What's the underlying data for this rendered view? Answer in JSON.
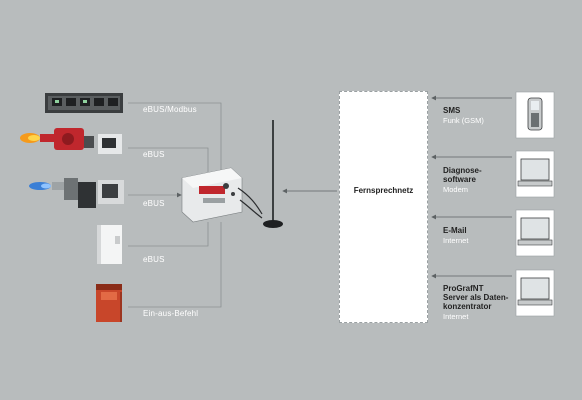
{
  "left_links": [
    {
      "device": "boiler-controller-rack",
      "label": "eBUS/Modbus"
    },
    {
      "device": "oil-burner",
      "label": "eBUS"
    },
    {
      "device": "gas-burner",
      "label": "eBUS"
    },
    {
      "device": "wall-boiler",
      "label": "eBUS"
    },
    {
      "device": "floor-boiler",
      "label": "Ein-aus-Befehl"
    }
  ],
  "network": {
    "title": "Fernsprechnetz"
  },
  "right_links": [
    {
      "device": "mobile-phone",
      "title": "SMS",
      "subtitle": "Funk (GSM)"
    },
    {
      "device": "laptop",
      "title": "Diagnose-\nsoftware",
      "subtitle": "Modem"
    },
    {
      "device": "laptop",
      "title": "E-Mail",
      "subtitle": "Internet"
    },
    {
      "device": "laptop",
      "title": "ProGrafNT\nServer als Daten-\nkonzentrator",
      "subtitle": "Internet"
    }
  ],
  "colors": {
    "background": "#b8bcbd",
    "lines": "#8c9193",
    "label": "#ffffff",
    "accent_red": "#c0272d"
  }
}
